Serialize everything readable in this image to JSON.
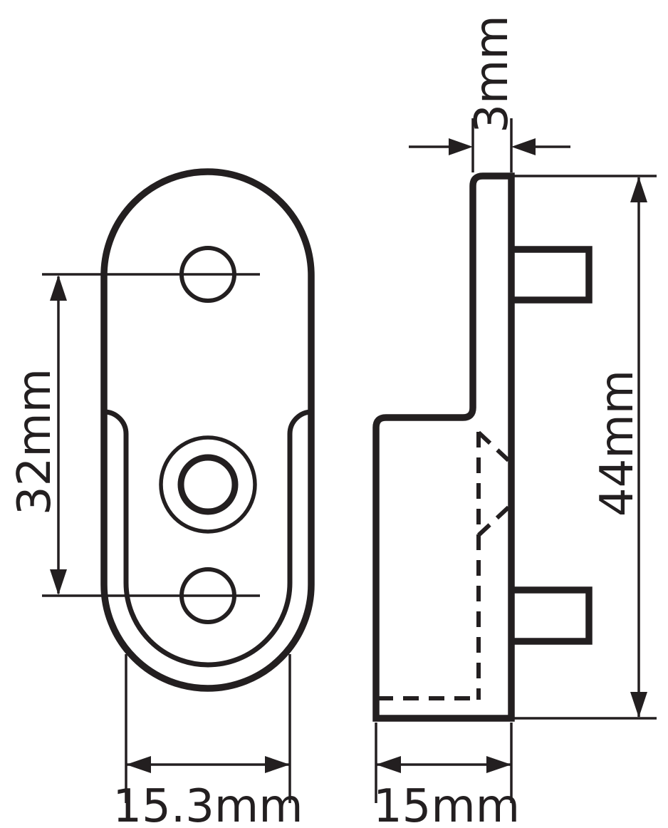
{
  "drawing": {
    "background_color": "#ffffff",
    "line_color": "#231f20",
    "front_view": {
      "hole_spacing_label": "32mm",
      "width_label": "15.3mm"
    },
    "side_view": {
      "thickness_label": "3mm",
      "height_label": "44mm",
      "depth_label": "15mm"
    }
  }
}
